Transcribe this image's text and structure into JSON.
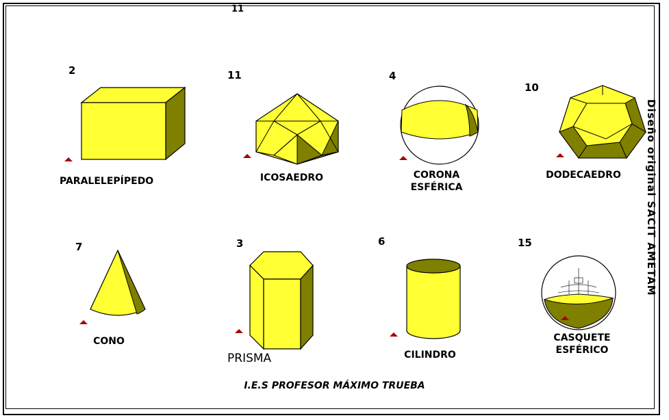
{
  "header": {
    "partial_mark": "11"
  },
  "credit": {
    "vertical_text": "Diseño original SACIT AMETAM"
  },
  "footer": {
    "text": "I.E.S PROFESOR MÁXIMO TRUEBA"
  },
  "colors": {
    "fill": "#ffff33",
    "dark": "#7f7f00",
    "outline": "#000000",
    "marker": "#aa0000"
  },
  "shapes": [
    {
      "number": "2",
      "label": "PARALELEPÍPEDO"
    },
    {
      "number": "11",
      "label": "ICOSAEDRO"
    },
    {
      "number": "4",
      "label_line1": "CORONA",
      "label_line2": "ESFÉRICA"
    },
    {
      "number": "10",
      "label": "DODECAEDRO"
    },
    {
      "number": "7",
      "label": "CONO"
    },
    {
      "number": "3",
      "label": "PRISMA"
    },
    {
      "number": "6",
      "label": "CILINDRO"
    },
    {
      "number": "15",
      "label_line1": "CASQUETE",
      "label_line2": "ESFÉRICO"
    }
  ]
}
